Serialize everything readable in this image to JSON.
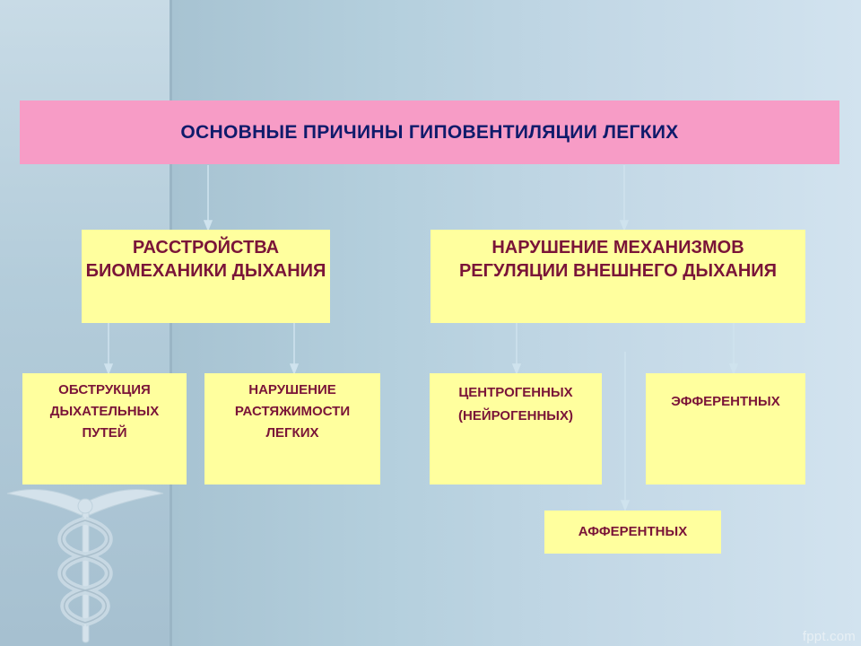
{
  "diagram": {
    "title": "ОСНОВНЫЕ  ПРИЧИНЫ  ГИПОВЕНТИЛЯЦИИ  ЛЕГКИХ",
    "branches": {
      "biomechanics": "РАССТРОЙСТВА БИОМЕХАНИКИ ДЫХАНИЯ",
      "regulation": "НАРУШЕНИЕ МЕХАНИЗМОВ РЕГУЛЯЦИИ ВНЕШНЕГО ДЫХАНИЯ"
    },
    "causes": {
      "obstruction": "ОБСТРУКЦИЯ ДЫХАТЕЛЬНЫХ ПУТЕЙ",
      "compliance": "НАРУШЕНИЕ РАСТЯЖИМОСТИ ЛЕГКИХ",
      "centrogenic": "ЦЕНТРОГЕННЫХ (НЕЙРОГЕННЫХ)",
      "efferent": "ЭФФЕРЕНТНЫХ",
      "afferent": "АФФЕРЕНТНЫХ"
    }
  },
  "footer": {
    "logo": "fppt.com"
  },
  "colors": {
    "title_box": "#f79cc6",
    "node_box": "#ffff9e",
    "title_text": "#0f1b6b",
    "node_text": "#7a1438"
  }
}
